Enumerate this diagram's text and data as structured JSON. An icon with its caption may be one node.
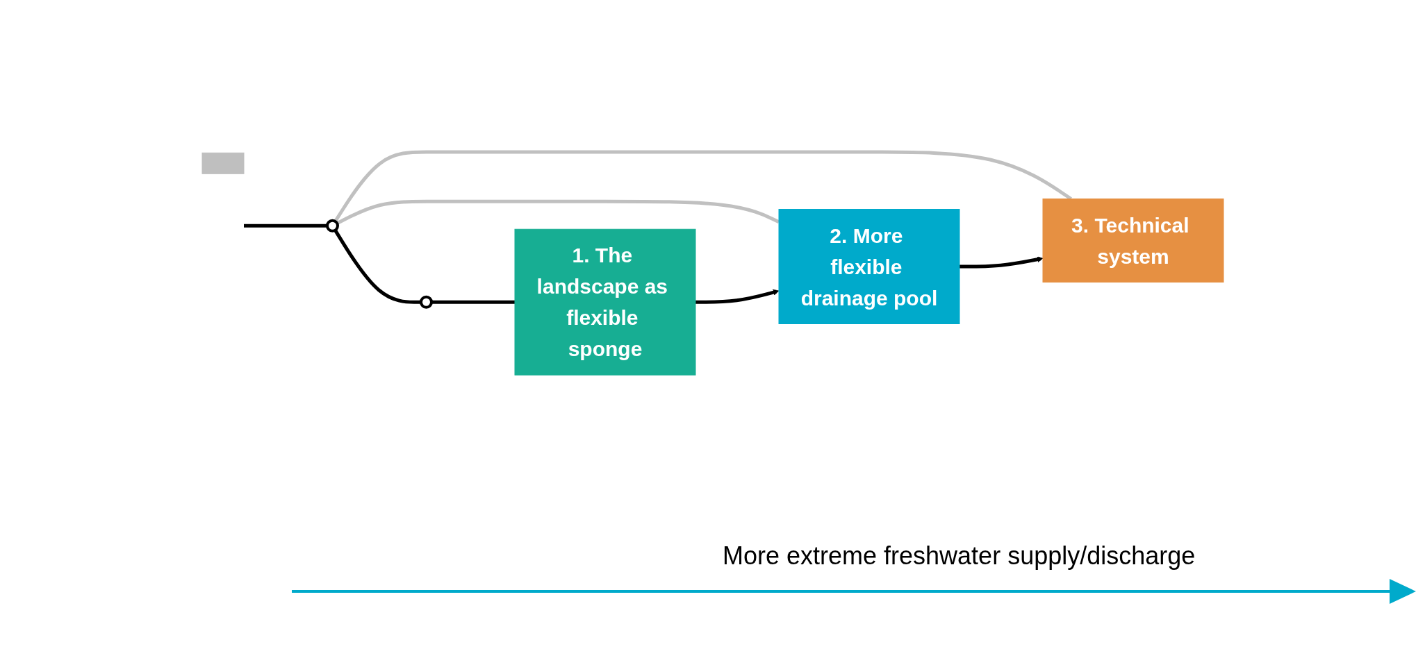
{
  "diagram": {
    "nodes": [
      {
        "text": [],
        "shape": "box"
      },
      {
        "text": [],
        "shape": "circle"
      },
      {
        "text": [
          "3. Technical system"
        ]
      },
      {
        "text": [
          "2. More flexible drainage pool"
        ]
      },
      {
        "text": [],
        "shape": "circle"
      },
      {
        "text": [
          "1. The landscape as flexible sponge"
        ]
      }
    ],
    "edges": [
      {
        "from": null,
        "to": 1,
        "arrow": "none"
      },
      {
        "from": 1,
        "to": 2,
        "arrow": "none",
        "color": "#c0c0c0"
      },
      {
        "from": 1,
        "to": 3,
        "arrow": "none",
        "color": "#c0c0c0"
      },
      {
        "from": 1,
        "to": 4,
        "arrow": "none"
      },
      {
        "from": 4,
        "to": 5,
        "arrow": "none"
      },
      {
        "from": 5,
        "to": 3,
        "arrow": "to"
      },
      {
        "from": 3,
        "to": 2,
        "arrow": "to"
      }
    ],
    "labels": [
      "More extreme freshwater supply/discharge"
    ]
  }
}
